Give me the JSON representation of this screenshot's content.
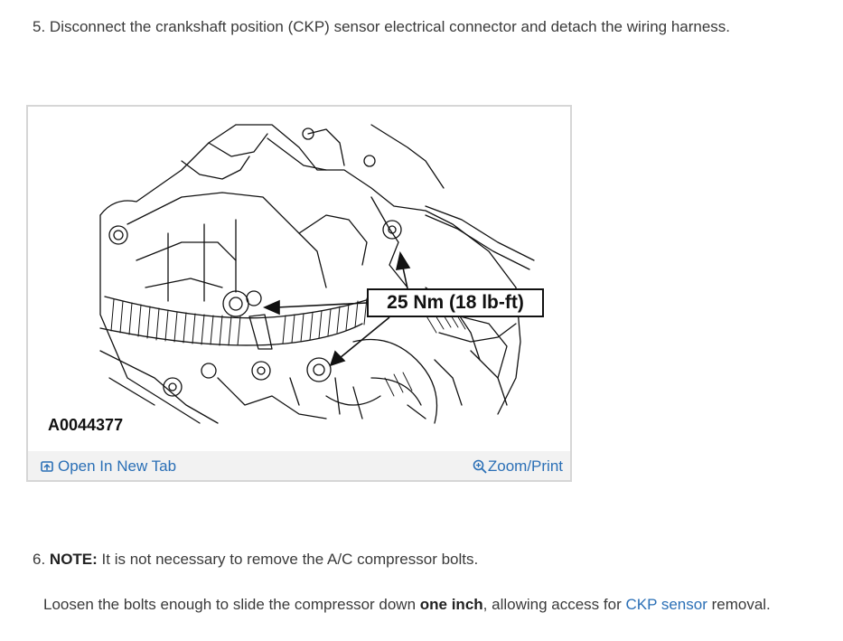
{
  "steps": {
    "step5": {
      "number": "5.",
      "text": "Disconnect the crankshaft position (CKP) sensor electrical connector and detach the wiring harness."
    },
    "step6": {
      "number": "6.",
      "note_label": "NOTE:",
      "note_text": "It is not necessary to remove the A/C compressor bolts."
    },
    "step6_detail": {
      "before": "Loosen the bolts enough to slide the compressor down ",
      "bold": "one inch",
      "middle": ", allowing access for ",
      "link": "CKP sensor",
      "after": " removal."
    }
  },
  "figure": {
    "id": "A0044377",
    "torque_callout": "25 Nm (18 lb-ft)",
    "open_tab_label": "Open In New Tab",
    "zoom_print_label": "Zoom/Print",
    "icons": [
      "open-tab-icon",
      "zoom-icon"
    ],
    "link_color": "#2a6fb6"
  }
}
